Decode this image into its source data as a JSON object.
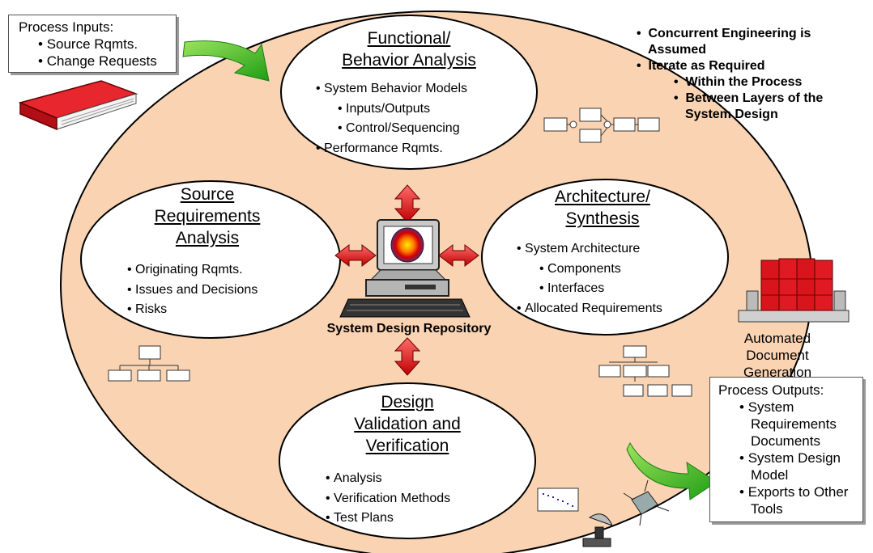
{
  "process_inputs": {
    "heading": "Process Inputs:",
    "items": [
      "Source Rqmts.",
      "Change Requests"
    ]
  },
  "process_outputs": {
    "heading": "Process Outputs:",
    "items": [
      "System Requirements Documents",
      "System Design Model",
      "Exports to Other Tools"
    ]
  },
  "notes": {
    "items": [
      "Concurrent Engineering is Assumed",
      "Iterate as Required"
    ],
    "subitems": [
      "Within the Process",
      "Between Layers of the System Design"
    ]
  },
  "functional": {
    "title_lines": [
      "Functional/",
      "Behavior Analysis"
    ],
    "items": [
      "System Behavior Models",
      "Inputs/Outputs",
      "Control/Sequencing",
      "Performance Rqmts."
    ]
  },
  "source_req": {
    "title_lines": [
      "Source",
      "Requirements",
      "Analysis"
    ],
    "items": [
      "Originating Rqmts.",
      "Issues and Decisions",
      "Risks"
    ]
  },
  "architecture": {
    "title_lines": [
      "Architecture/",
      "Synthesis"
    ],
    "items": [
      "System Architecture",
      "Components",
      "Interfaces",
      "Allocated Requirements"
    ]
  },
  "design_val": {
    "title_lines": [
      "Design",
      "Validation and",
      "Verification"
    ],
    "items": [
      "Analysis",
      "Verification Methods",
      "Test Plans"
    ]
  },
  "repository_label": "System Design Repository",
  "automated_doc_label": "Automated Document Generation",
  "colors": {
    "big_ellipse": "#fad3b2",
    "outline": "#000000",
    "arrow_red": "#e0141b",
    "arrow_green": "#2fc41f",
    "book_red": "#d8141c"
  }
}
